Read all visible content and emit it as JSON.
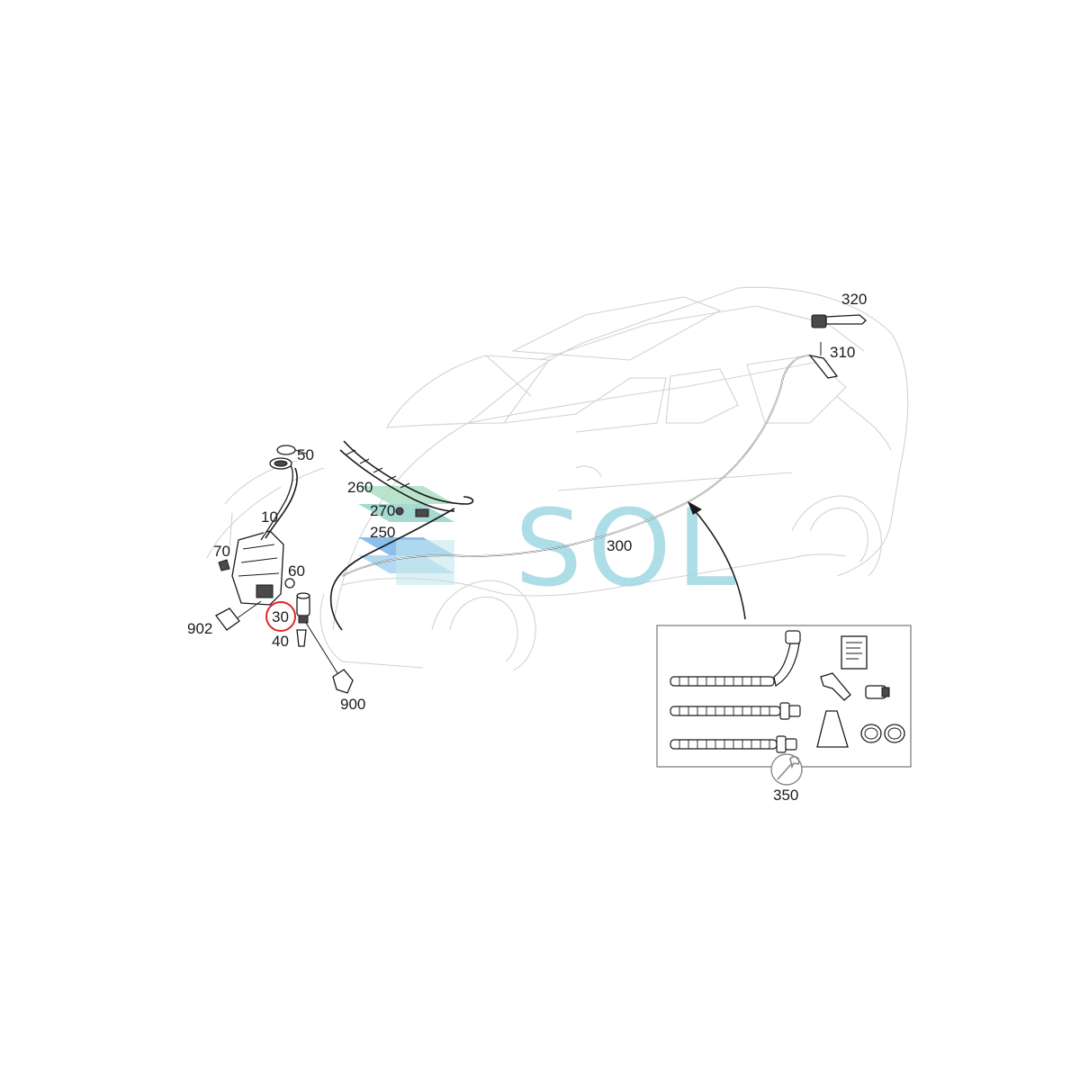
{
  "diagram": {
    "callouts": {
      "c10": "10",
      "c30": "30",
      "c40": "40",
      "c50": "50",
      "c60": "60",
      "c70": "70",
      "c250": "250",
      "c260": "260",
      "c270": "270",
      "c300": "300",
      "c310": "310",
      "c320": "320",
      "c350": "350",
      "c900": "900",
      "c902": "902"
    },
    "highlighted_callout": "30",
    "highlight_color": "#e0262a",
    "watermark": {
      "text": "SOL",
      "color": "#9fd8e2"
    },
    "icons": {
      "kit_tool": "wrench-icon",
      "kit_manual": "document-icon",
      "watermark_logo": "sol-logo-icon"
    }
  }
}
